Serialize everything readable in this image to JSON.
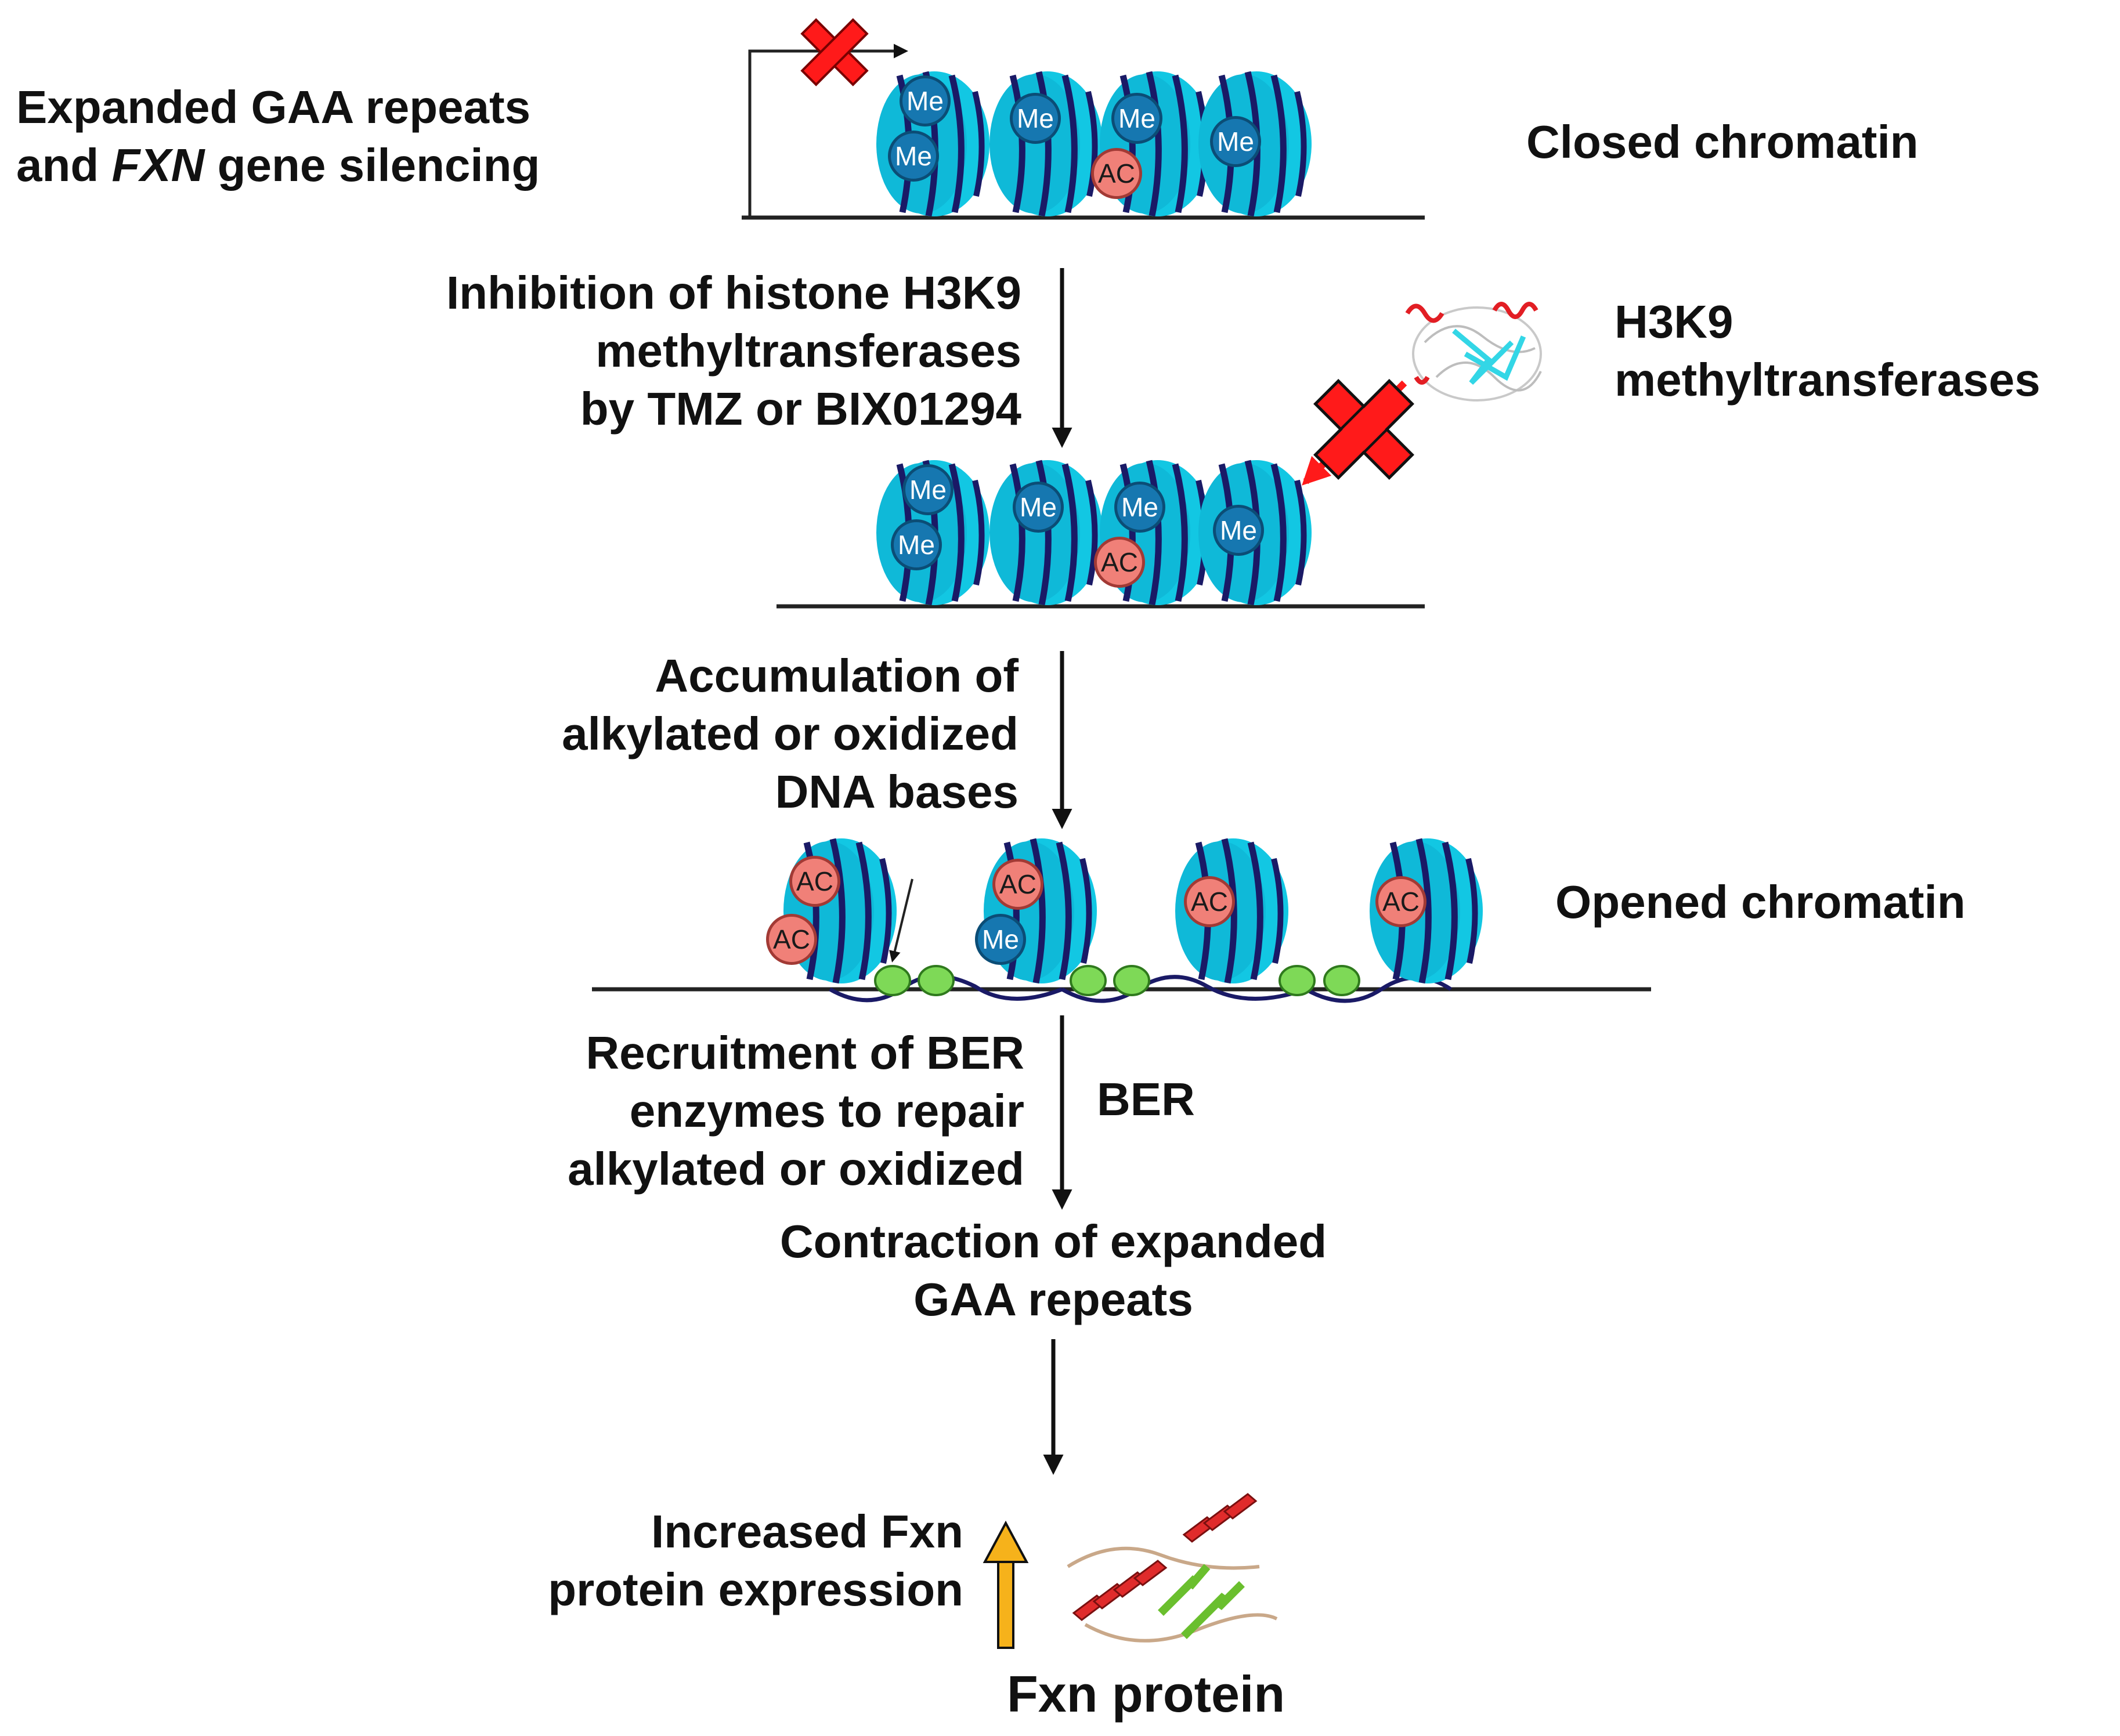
{
  "labels": {
    "expanded_line1": "Expanded GAA repeats",
    "expanded_line2_prefix": "and ",
    "expanded_line2_gene": "FXN",
    "expanded_line2_suffix": " gene silencing",
    "closed_chromatin": "Closed chromatin",
    "inhibition_line1": "Inhibition of histone H3K9",
    "inhibition_line2": "methyltransferases",
    "inhibition_line3": "by TMZ or BIX01294",
    "h3k9_line1": "H3K9",
    "h3k9_line2": "methyltransferases",
    "accumulation_line1": "Accumulation of",
    "accumulation_line2": "alkylated or oxidized",
    "accumulation_line3": "DNA bases",
    "opened_chromatin": "Opened chromatin",
    "recruitment_line1": "Recruitment of BER",
    "recruitment_line2": "enzymes to repair",
    "recruitment_line3": "alkylated or oxidized",
    "ber": "BER",
    "contraction_line1": "Contraction of expanded",
    "contraction_line2": "GAA repeats",
    "increased_line1": "Increased Fxn",
    "increased_line2": "protein expression",
    "fxn_protein": "Fxn protein"
  },
  "marks": {
    "methyl": "Me",
    "acetyl": "AC"
  },
  "colors": {
    "nucleosome": "#12c7e3",
    "nucleosome_dark": "#0aa7c6",
    "dna_wrap": "#1a1a66",
    "methyl_mark": "#1677b0",
    "acetyl_mark": "#f08078",
    "lesion": "#7ed957",
    "inhibit_cross": "#ff1a1a",
    "increase_arrow": "#f6b21b"
  }
}
